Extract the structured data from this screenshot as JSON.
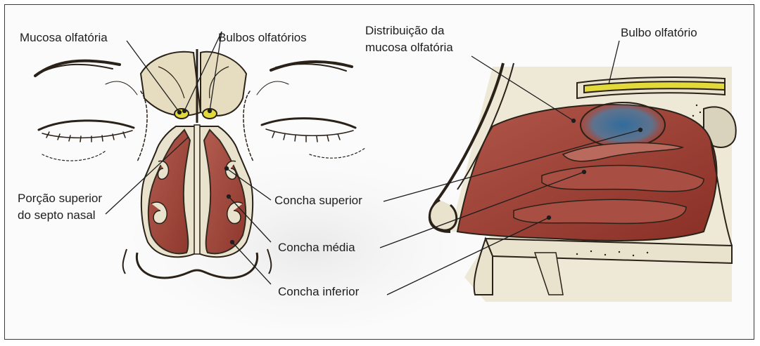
{
  "labels": {
    "mucosa_olfatoria": "Mucosa olfatória",
    "bulbos_olfatorios": "Bulbos olfatórios",
    "distribuicao_line1": "Distribuição da",
    "distribuicao_line2": "mucosa olfatória",
    "bulbo_olfatorio": "Bulbo olfatório",
    "porcao_line1": "Porção superior",
    "porcao_line2": "do septo nasal",
    "concha_superior": "Concha superior",
    "concha_media": "Concha média",
    "concha_inferior": "Concha inferior"
  },
  "colors": {
    "mucosa_red": "#9b3b2e",
    "mucosa_blue": "#3f6f96",
    "bulb_yellow": "#e2d93a",
    "bone": "#e9e2cc",
    "outline": "#2a2118"
  }
}
